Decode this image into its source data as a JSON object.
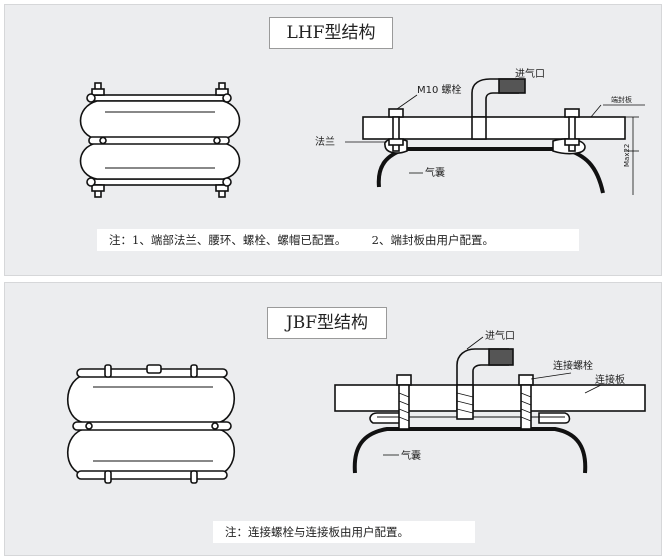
{
  "lhf": {
    "title": "LHF型结构",
    "labels": {
      "bolt": "M10 螺栓",
      "air_inlet": "进气口",
      "flange": "法兰",
      "end_plate": "端封板",
      "max_dim": "Max22",
      "airbag": "气囊"
    },
    "note_1": "注：1、端部法兰、腰环、螺栓、螺帽已配置。",
    "note_2": "2、端封板由用户配置。"
  },
  "jbf": {
    "title": "JBF型结构",
    "labels": {
      "air_inlet": "进气口",
      "connect_bolt": "连接螺栓",
      "connect_plate": "连接板",
      "airbag": "气囊"
    },
    "note": "注：连接螺栓与连接板由用户配置。"
  }
}
